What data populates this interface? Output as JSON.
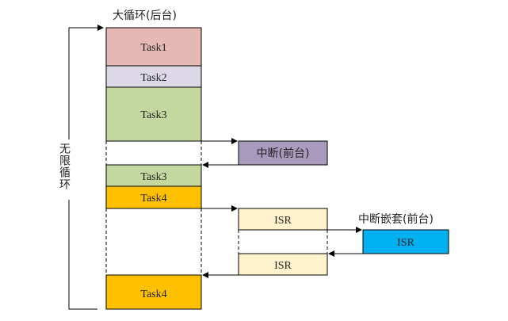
{
  "title": "大循环(后台)",
  "loop_label": "无限循环",
  "interrupt_label": "中断(前台)",
  "nested_label": "中断嵌套(前台)",
  "tasks": [
    "Task1",
    "Task2",
    "Task3",
    "Task3",
    "Task4",
    "Task4"
  ],
  "isr": [
    "ISR",
    "ISR",
    "ISR"
  ],
  "colors": {
    "task1": "#e6b8b4",
    "task2": "#ddd8e8",
    "task3": "#c4d79f",
    "task4": "#ffc000",
    "interrupt": "#a99bbd",
    "isr": "#fff2cc",
    "nested_isr": "#00b0f0"
  }
}
